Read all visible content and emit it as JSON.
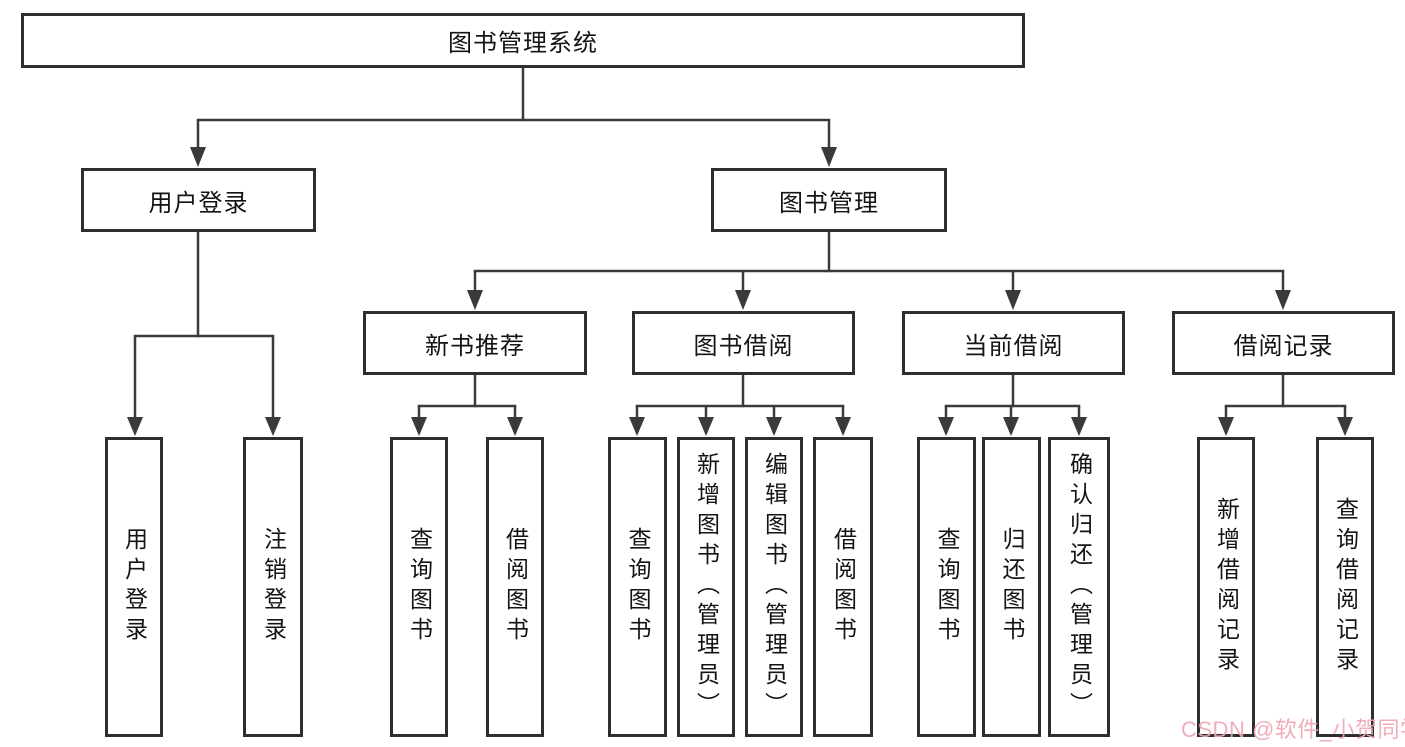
{
  "tree": {
    "root": {
      "label": "图书管理系统",
      "children": [
        {
          "label": "用户登录",
          "children": [
            {
              "label": "用户登录"
            },
            {
              "label": "注销登录"
            }
          ]
        },
        {
          "label": "图书管理",
          "children": [
            {
              "label": "新书推荐",
              "children": [
                {
                  "label": "查询图书"
                },
                {
                  "label": "借阅图书"
                }
              ]
            },
            {
              "label": "图书借阅",
              "children": [
                {
                  "label": "查询图书"
                },
                {
                  "label": "新增图书（管理员）"
                },
                {
                  "label": "编辑图书（管理员）"
                },
                {
                  "label": "借阅图书"
                }
              ]
            },
            {
              "label": "当前借阅",
              "children": [
                {
                  "label": "查询图书"
                },
                {
                  "label": "归还图书"
                },
                {
                  "label": "确认归还（管理员）"
                }
              ]
            },
            {
              "label": "借阅记录",
              "children": [
                {
                  "label": "新增借阅记录"
                },
                {
                  "label": "查询借阅记录"
                }
              ]
            }
          ]
        }
      ]
    }
  },
  "watermark": {
    "text": "CSDN @软件_小贺同学"
  },
  "colors": {
    "line": "#3a3a3a",
    "box_border": "#2e2e2e",
    "box_fill": "#ffffff",
    "text": "#141414",
    "watermark": "#f0a6b5",
    "background": "#ffffff"
  }
}
